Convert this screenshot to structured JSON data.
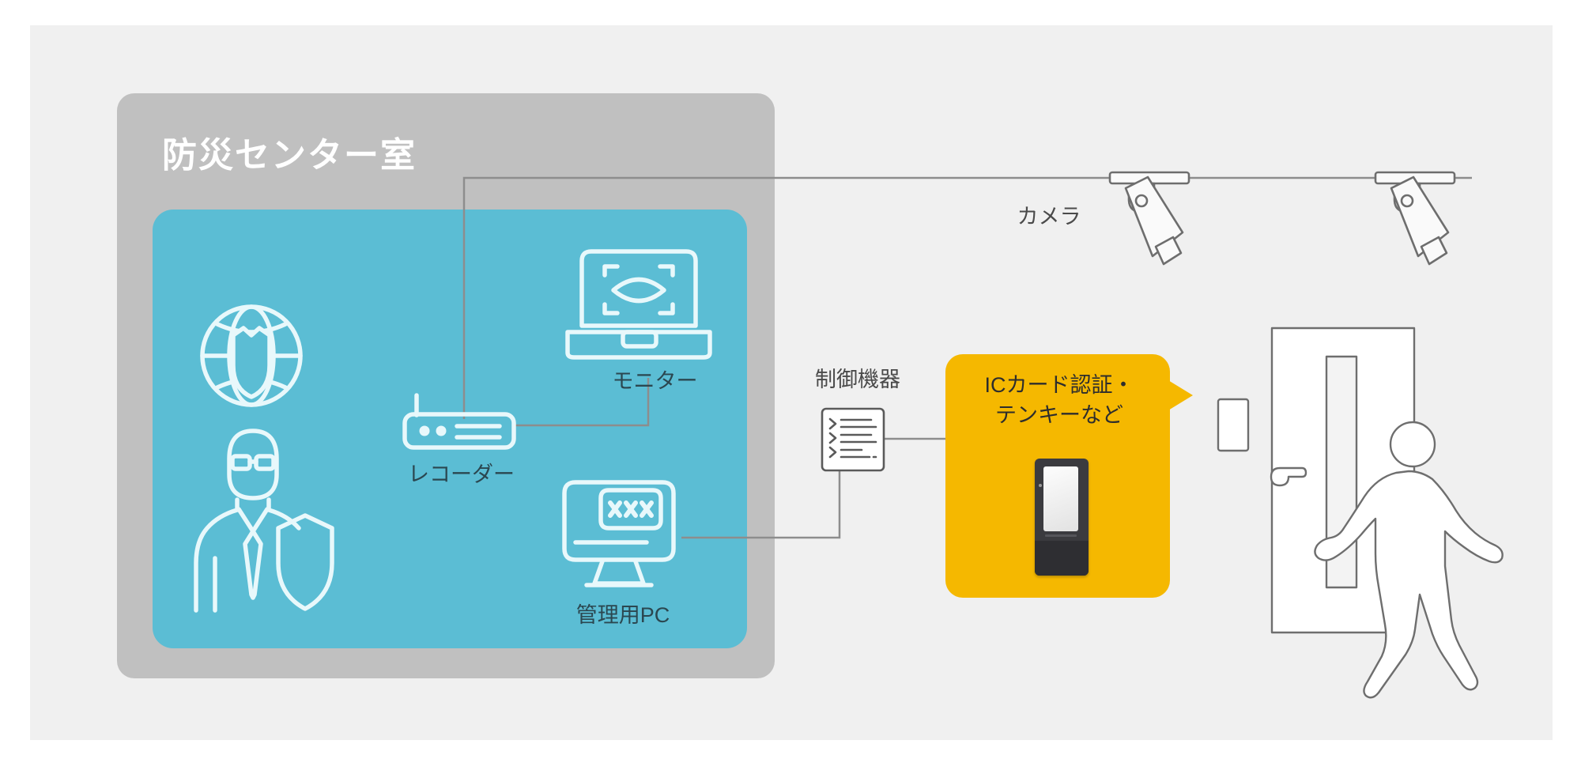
{
  "diagram": {
    "title": "防災センター室",
    "room": {
      "label": "防災センター室"
    },
    "nodes": {
      "globe_shield": {
        "name": "globe-shield-icon",
        "label": ""
      },
      "guard": {
        "name": "security-guard-icon",
        "label": ""
      },
      "monitor": {
        "label": "モニター"
      },
      "recorder": {
        "label": "レコーダー"
      },
      "management_pc": {
        "label": "管理用PC"
      },
      "control_device": {
        "label": "制御機器"
      },
      "camera": {
        "label": "カメラ"
      }
    },
    "callout": {
      "line1": "ICカード認証・",
      "line2": "テンキーなど",
      "full_text": "ICカード認証・テンキーなど"
    },
    "colors": {
      "canvas": "#f0f0f0",
      "room": "#c0c0c0",
      "panel": "#5bbdd4",
      "panel_icon": "#e8f8fb",
      "callout": "#f5b800",
      "line": "#8d8d8d",
      "outline": "#6e6e6e",
      "label_text": "#3a4a52",
      "title_text": "#ffffff"
    },
    "elements": {
      "door": "door-with-window-and-handle",
      "person": "walking-person-figure",
      "wall_reader": "wall-mounted-card-reader",
      "cameras_count": 2
    }
  }
}
